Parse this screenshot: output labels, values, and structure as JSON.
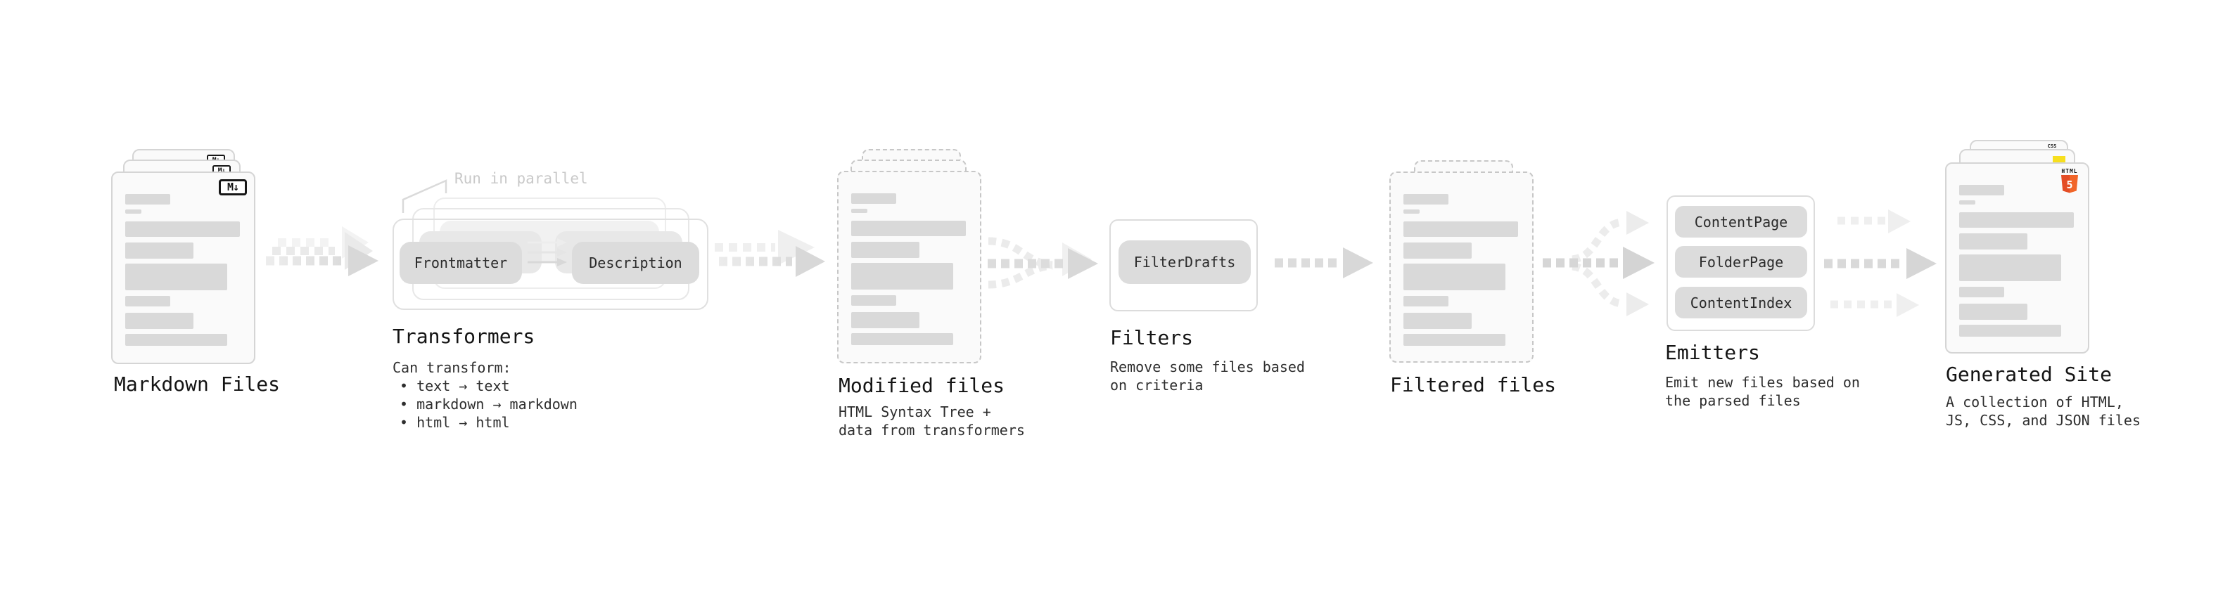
{
  "diagram": {
    "stages": {
      "markdown_files": {
        "title": "Markdown Files",
        "icon_label": "M↓"
      },
      "transformers": {
        "title": "Transformers",
        "annotation": "Run in parallel",
        "pill_left": "Frontmatter",
        "pill_right": "Description",
        "desc_lines": [
          "Can transform:",
          "• text → text",
          "• markdown → markdown",
          "• html → html"
        ]
      },
      "modified_files": {
        "title": "Modified files",
        "desc_lines": [
          "HTML Syntax Tree +",
          "data from transformers"
        ]
      },
      "filters": {
        "title": "Filters",
        "pill": "FilterDrafts",
        "desc_lines": [
          "Remove some files based",
          "on criteria"
        ]
      },
      "filtered_files": {
        "title": "Filtered files"
      },
      "emitters": {
        "title": "Emitters",
        "pills": [
          "ContentPage",
          "FolderPage",
          "ContentIndex"
        ],
        "desc_lines": [
          "Emit new files based on",
          "the parsed files"
        ]
      },
      "generated_site": {
        "title": "Generated Site",
        "desc_lines": [
          "A collection of HTML,",
          "JS, CSS, and JSON files"
        ],
        "icons": {
          "html_label": "HTML",
          "html_number": "5",
          "css_label": "CSS"
        }
      }
    },
    "colors": {
      "background": "#ffffff",
      "card_bg": "#fafafa",
      "card_border": "#d5d5d5",
      "dashed_border": "#c7c7c7",
      "placeholder_bar": "#d9d9d9",
      "pill_bg": "#dcdcdc",
      "arrow_main": "#d8d8d8",
      "arrow_ghost": "#efefef",
      "annotation_text": "#c9c9c9",
      "html5_orange": "#e44d26",
      "html5_orange_light": "#f16529",
      "js_yellow": "#f7df1e",
      "css_blue": "#2f66e0"
    }
  }
}
